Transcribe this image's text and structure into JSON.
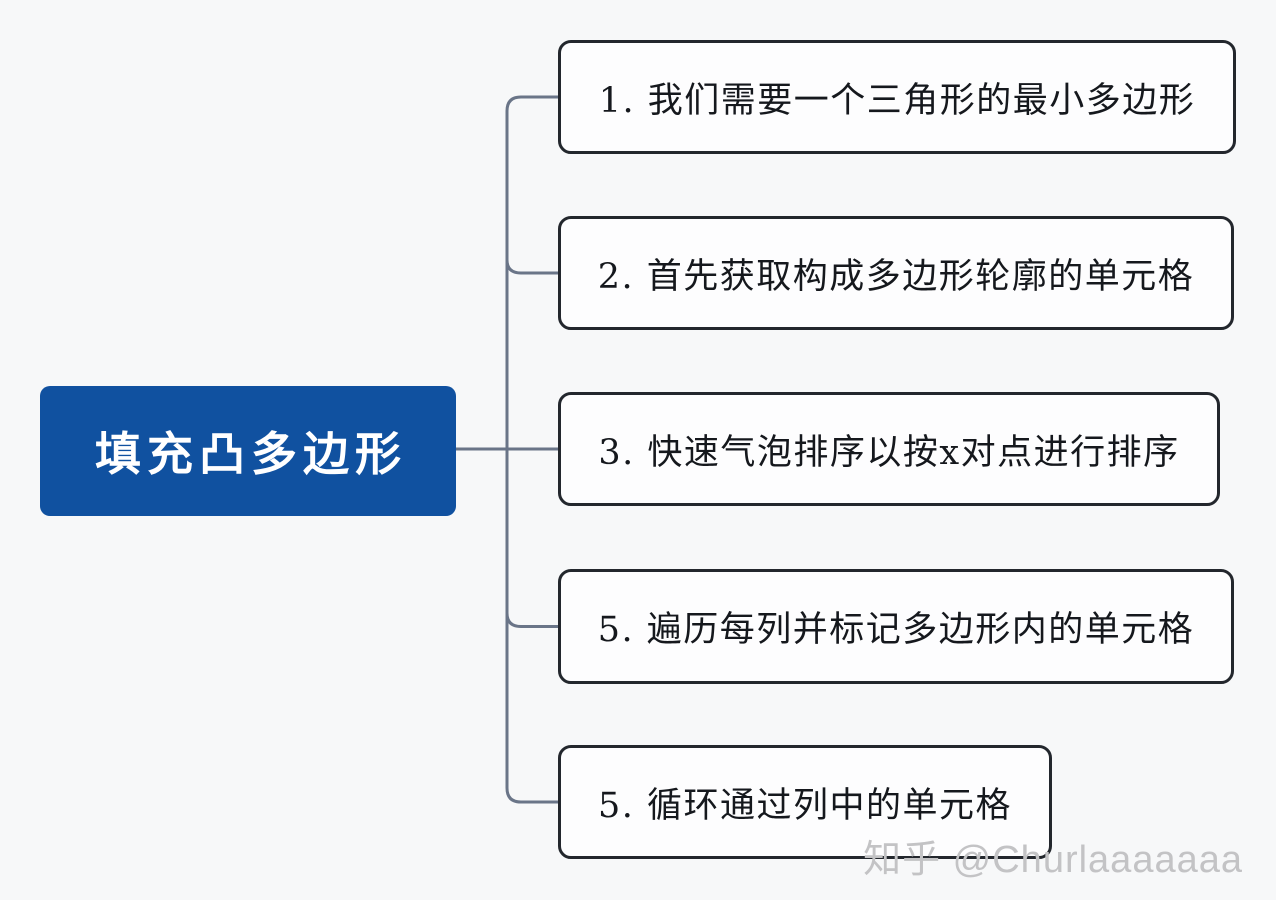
{
  "root": {
    "label": "填充凸多边形"
  },
  "branches": [
    {
      "label": "1. 我们需要一个三角形的最小多边形"
    },
    {
      "label": "2. 首先获取构成多边形轮廓的单元格"
    },
    {
      "label": "3. 快速气泡排序以按x对点进行排序"
    },
    {
      "label": "5. 遍历每列并标记多边形内的单元格"
    },
    {
      "label": "5. 循环通过列中的单元格"
    }
  ],
  "watermark": {
    "text": "知乎 @Churlaaaaaaa"
  },
  "colors": {
    "background": "#f7f8f9",
    "accent": "#1051a0",
    "box_fill": "#fdfdfe",
    "box_border": "#23272d",
    "connector": "#6a7588",
    "text": "#15181d",
    "root_text": "#ffffff",
    "watermark": "#c3c3c5"
  }
}
